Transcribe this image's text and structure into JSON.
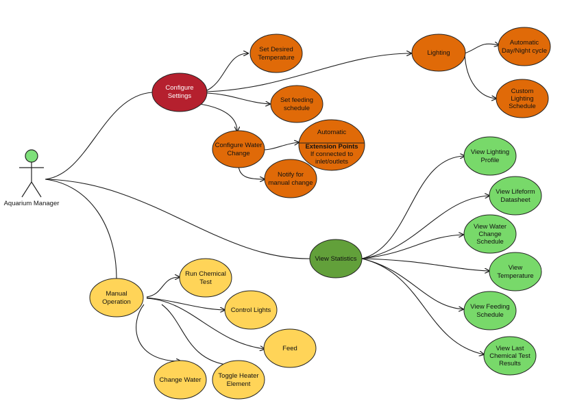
{
  "diagram": {
    "actor": {
      "label": "Aquarium Manager"
    },
    "nodes": {
      "configure_settings": {
        "lines": [
          "Configure",
          "Settings"
        ]
      },
      "set_temperature": {
        "lines": [
          "Set Desired",
          "Temperature"
        ]
      },
      "lighting": {
        "lines": [
          "Lighting"
        ]
      },
      "auto_day_night": {
        "lines": [
          "Automatic",
          "Day/Night cycle"
        ]
      },
      "custom_lighting": {
        "lines": [
          "Custom",
          "Lighting",
          "Schedule"
        ]
      },
      "set_feeding": {
        "lines": [
          "Set feeding",
          "schedule"
        ]
      },
      "configure_water": {
        "lines": [
          "Configure Water",
          "Change"
        ]
      },
      "automatic": {
        "title": "Automatic",
        "extension_title": "Extension Points",
        "extension_lines": [
          "If connected to",
          "inlet/outlets"
        ]
      },
      "notify_manual": {
        "lines": [
          "Notify for",
          "manual change"
        ]
      },
      "view_statistics": {
        "lines": [
          "View Statistics"
        ]
      },
      "view_lighting_profile": {
        "lines": [
          "View Lighting",
          "Profile"
        ]
      },
      "view_lifeform": {
        "lines": [
          "View Lifeform",
          "Datasheet"
        ]
      },
      "view_water_change": {
        "lines": [
          "View Water",
          "Change",
          "Schedule"
        ]
      },
      "view_temperature": {
        "lines": [
          "View",
          "Temperature"
        ]
      },
      "view_feeding": {
        "lines": [
          "View Feeding",
          "Schedule"
        ]
      },
      "view_last_chem": {
        "lines": [
          "View Last",
          "Chemical Test",
          "Results"
        ]
      },
      "manual_operation": {
        "lines": [
          "Manual",
          "Operation"
        ]
      },
      "run_chemical": {
        "lines": [
          "Run Chemical",
          "Test"
        ]
      },
      "control_lights": {
        "lines": [
          "Control Lights"
        ]
      },
      "feed": {
        "lines": [
          "Feed"
        ]
      },
      "change_water": {
        "lines": [
          "Change Water"
        ]
      },
      "toggle_heater": {
        "lines": [
          "Toggle Heater",
          "Element"
        ]
      }
    },
    "colors": {
      "red": "#b5202e",
      "orange": "#e06a08",
      "dark_green": "#62a03a",
      "light_green": "#78d96a",
      "yellow": "#ffd458",
      "actor": "#7ee07a",
      "stroke": "#222222"
    }
  }
}
